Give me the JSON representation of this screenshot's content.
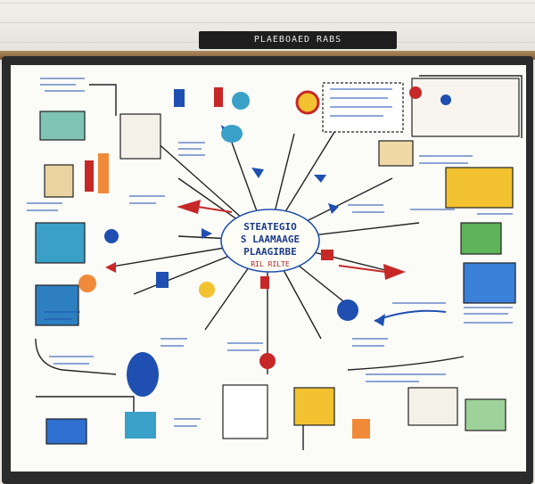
{
  "device_label": "PLAEBOAED RABS",
  "central_topic": {
    "line1": "STEATEGIO",
    "line2": "S LAAMAAGE",
    "line3": "PLAAGIRBE",
    "line4": "RIL RILTE"
  },
  "colors": {
    "board": "#fbfbf8",
    "frame": "#2b2b2b",
    "ink_blue": "#1f4fb0",
    "ink_red": "#c62828",
    "ink_black": "#222222",
    "accent_yellow": "#f2c230",
    "accent_green": "#3f9a3a"
  }
}
